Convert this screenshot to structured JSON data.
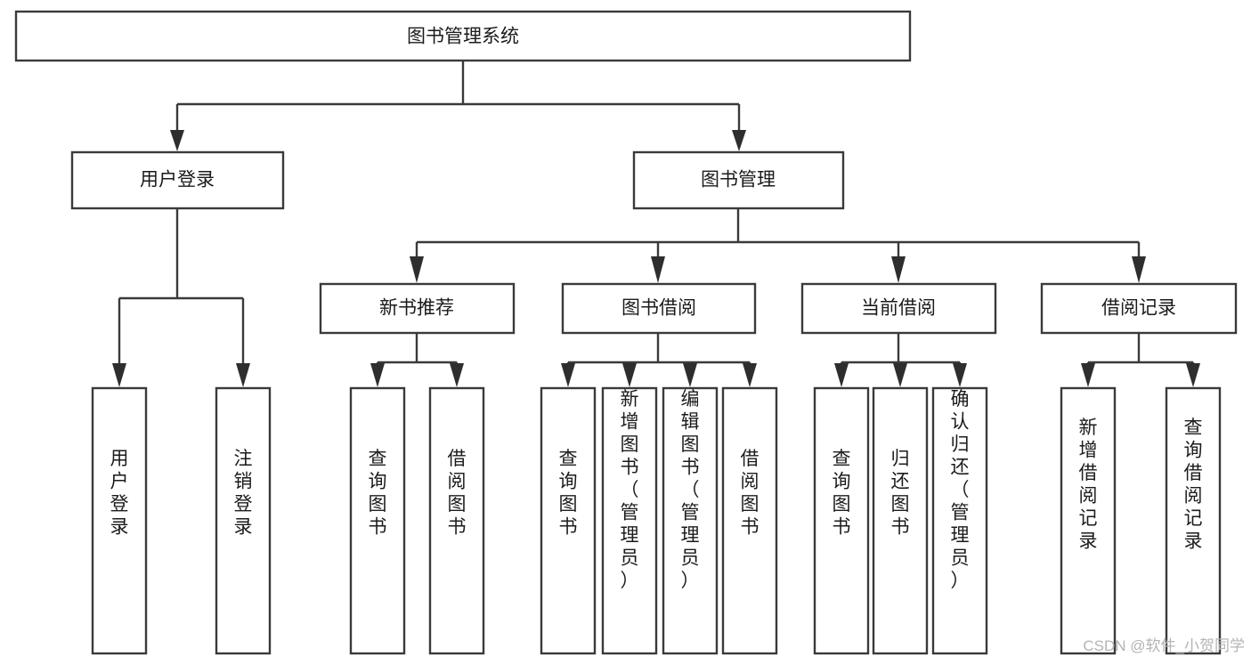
{
  "diagram": {
    "title": "图书管理系统",
    "type": "tree-hierarchy",
    "root": {
      "id": "root",
      "label": "图书管理系统",
      "orientation": "horizontal"
    },
    "level2": [
      {
        "id": "user-login",
        "label": "用户登录",
        "orientation": "horizontal"
      },
      {
        "id": "book-management",
        "label": "图书管理",
        "orientation": "horizontal"
      }
    ],
    "level3": [
      {
        "id": "new-book-recommend",
        "label": "新书推荐",
        "orientation": "horizontal",
        "parent": "book-management"
      },
      {
        "id": "book-borrow",
        "label": "图书借阅",
        "orientation": "horizontal",
        "parent": "book-management"
      },
      {
        "id": "current-borrow",
        "label": "当前借阅",
        "orientation": "horizontal",
        "parent": "book-management"
      },
      {
        "id": "borrow-record",
        "label": "借阅记录",
        "orientation": "horizontal",
        "parent": "book-management"
      }
    ],
    "leaves": [
      {
        "id": "leaf-user-login",
        "label": "用户登录",
        "orientation": "vertical",
        "parent": "user-login"
      },
      {
        "id": "leaf-logout-login",
        "label": "注销登录",
        "orientation": "vertical",
        "parent": "user-login"
      },
      {
        "id": "leaf-query-book-1",
        "label": "查询图书",
        "orientation": "vertical",
        "parent": "new-book-recommend"
      },
      {
        "id": "leaf-borrow-book-1",
        "label": "借阅图书",
        "orientation": "vertical",
        "parent": "new-book-recommend"
      },
      {
        "id": "leaf-query-book-2",
        "label": "查询图书",
        "orientation": "vertical",
        "parent": "book-borrow"
      },
      {
        "id": "leaf-add-book",
        "label": "新增图书（管理员）",
        "orientation": "vertical",
        "parent": "book-borrow"
      },
      {
        "id": "leaf-edit-book",
        "label": "编辑图书（管理员）",
        "orientation": "vertical",
        "parent": "book-borrow"
      },
      {
        "id": "leaf-borrow-book-2",
        "label": "借阅图书",
        "orientation": "vertical",
        "parent": "book-borrow"
      },
      {
        "id": "leaf-query-book-3",
        "label": "查询图书",
        "orientation": "vertical",
        "parent": "current-borrow"
      },
      {
        "id": "leaf-return-book",
        "label": "归还图书",
        "orientation": "vertical",
        "parent": "current-borrow"
      },
      {
        "id": "leaf-confirm-return",
        "label": "确认归还（管理员）",
        "orientation": "vertical",
        "parent": "current-borrow"
      },
      {
        "id": "leaf-add-borrow-record",
        "label": "新增借阅记录",
        "orientation": "vertical",
        "parent": "borrow-record"
      },
      {
        "id": "leaf-query-borrow-record",
        "label": "查询借阅记录",
        "orientation": "vertical",
        "parent": "borrow-record"
      }
    ]
  },
  "watermark": {
    "text": "CSDN @软件_小贺同学"
  },
  "colors": {
    "box_stroke": "#3a3a3a",
    "connector": "#3a3a3a",
    "text": "#1b1b1b",
    "background": "#ffffff",
    "watermark": "#b4b4b4"
  }
}
